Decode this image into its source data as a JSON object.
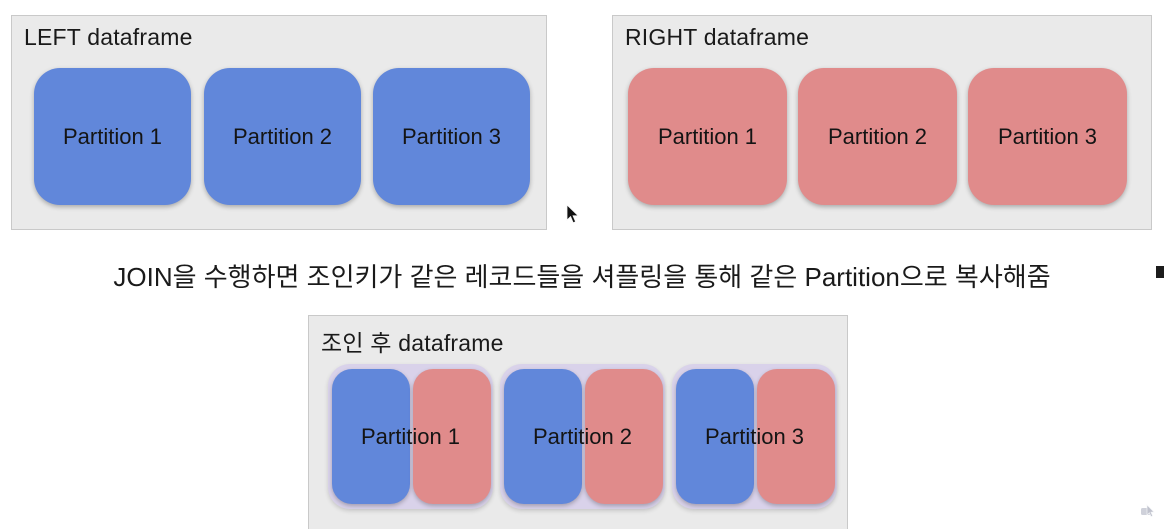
{
  "left_dataframe": {
    "title": "LEFT dataframe",
    "partitions": [
      "Partition 1",
      "Partition 2",
      "Partition 3"
    ]
  },
  "right_dataframe": {
    "title": "RIGHT dataframe",
    "partitions": [
      "Partition 1",
      "Partition 2",
      "Partition 3"
    ]
  },
  "caption": "JOIN을 수행하면 조인키가 같은 레코드들을 셔플링을 통해 같은 Partition으로 복사해줌",
  "joined_dataframe": {
    "title": "조인 후 dataframe",
    "partitions": [
      "Partition 1",
      "Partition 2",
      "Partition 3"
    ]
  },
  "colors": {
    "left_partition_blue": "#6187da",
    "right_partition_pink": "#e08b8b",
    "joined_partition_lavender": "#d9d2ea",
    "panel_background_gray": "#eaeaea",
    "panel_border": "#c9c9c9",
    "text": "#1a1a1a"
  }
}
